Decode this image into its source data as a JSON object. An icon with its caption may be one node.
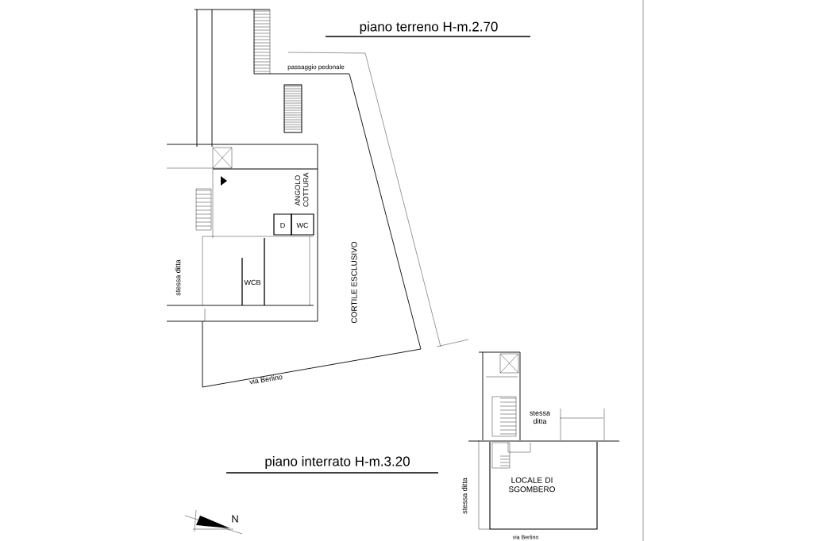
{
  "diagram": {
    "labels": [
      "piano terreno H-m.2.70",
      "passaggio pedonale",
      "ANGOLO COTTURA",
      "D",
      "WC",
      "stessa ditta",
      "WCB",
      "CORTILE ESCLUSIVO",
      "via Berlino",
      "piano interrato H-m.3.20",
      "N",
      "stessa ditta",
      "stessa ditta",
      "LOCALE DI SGOMBERO",
      "via Berlino"
    ]
  }
}
